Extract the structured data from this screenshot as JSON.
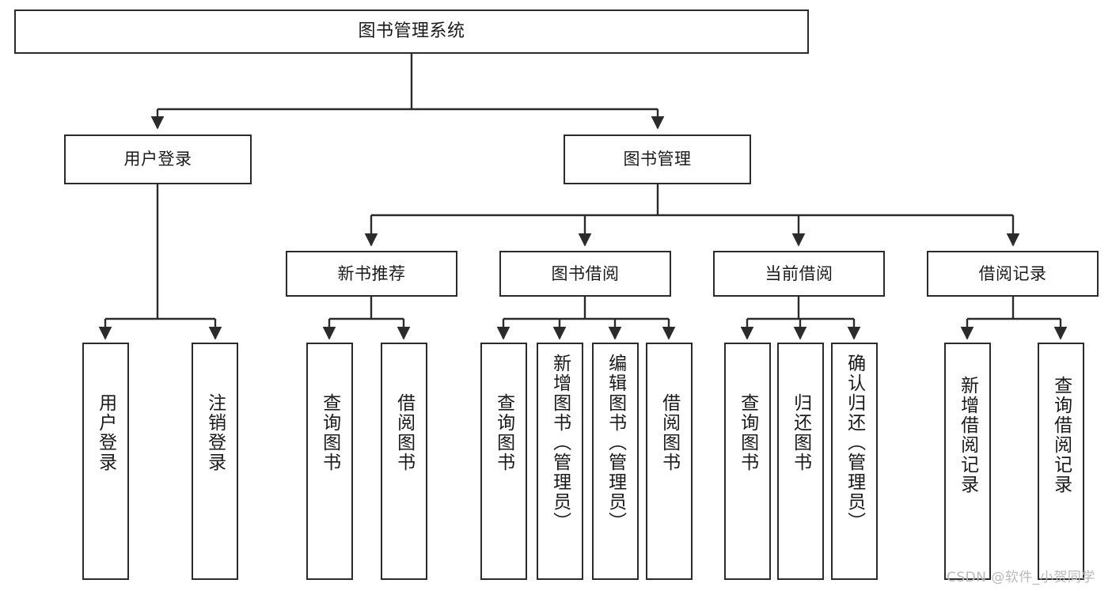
{
  "diagram": {
    "type": "tree",
    "title": "图书管理系统",
    "orientation": "top-down",
    "stroke_color": "#2b2b2b",
    "fill_color": "#ffffff",
    "text_color": "#1a1a1a"
  },
  "nodes": {
    "root": {
      "label": "图书管理系统"
    },
    "level2": [
      {
        "label": "用户登录"
      },
      {
        "label": "图书管理"
      }
    ],
    "level3": [
      {
        "label": "新书推荐"
      },
      {
        "label": "图书借阅"
      },
      {
        "label": "当前借阅"
      },
      {
        "label": "借阅记录"
      }
    ],
    "leaves": {
      "user_login": [
        {
          "label": "用户登录"
        },
        {
          "label": "注销登录"
        }
      ],
      "new_book_recommend": [
        {
          "label": "查询图书"
        },
        {
          "label": "借阅图书"
        }
      ],
      "book_borrow": [
        {
          "label": "查询图书"
        },
        {
          "label": "新增图书（管理员）"
        },
        {
          "label": "编辑图书（管理员）"
        },
        {
          "label": "借阅图书"
        }
      ],
      "current_borrow": [
        {
          "label": "查询图书"
        },
        {
          "label": "归还图书"
        },
        {
          "label": "确认归还（管理员）"
        }
      ],
      "borrow_records": [
        {
          "label": "新增借阅记录"
        },
        {
          "label": "查询借阅记录"
        }
      ]
    }
  },
  "watermark": {
    "text": "CSDN @软件_小贺同学"
  }
}
